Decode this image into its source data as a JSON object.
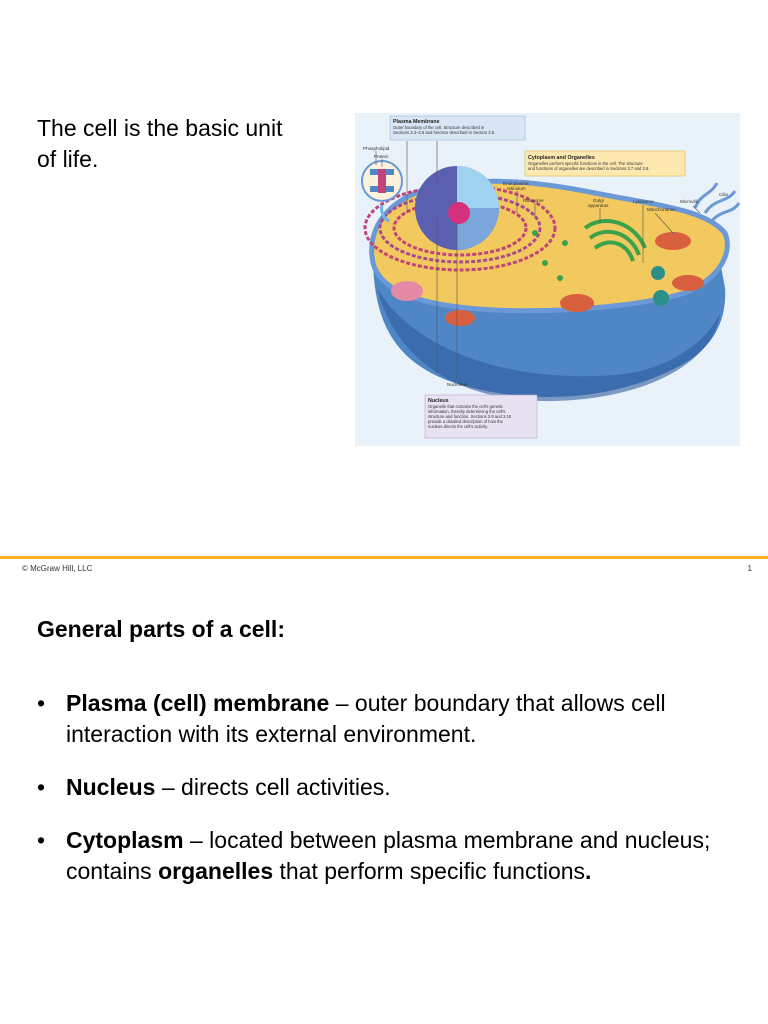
{
  "slide1": {
    "intro_text": "The cell is the basic unit of life.",
    "figure": {
      "callouts": {
        "plasma_membrane": {
          "title": "Plasma Membrane",
          "line1": "Outer boundary of the cell. Structure described in",
          "line2": "Sections 3.3–3.5 and function described in Section 3.6."
        },
        "cytoplasm": {
          "title": "Cytoplasm and Organelles",
          "line1": "Organelles perform specific functions in the cell. The structure",
          "line2": "and functions of organelles are described in Sections 3.7 and 3.8."
        },
        "nucleus": {
          "title": "Nucleus",
          "line1": "Organelle that contains the cell's genetic",
          "line2": "information, thereby determining the cell's",
          "line3": "structure and function. Sections 3.9 and 3.10",
          "line4": "provide a detailed description of how the",
          "line5": "nucleus directs the cell's activity."
        }
      },
      "labels": {
        "phospholipid": "Phospholipid",
        "protein": "Protein",
        "er_line1": "Endoplasmic",
        "er_line2": "reticulum",
        "ribosome": "Ribosome",
        "golgi_line1": "Golgi",
        "golgi_line2": "apparatus",
        "lysosome": "Lysosome",
        "mitochondrion": "Mitochondrion",
        "microvilli": "Microvilli",
        "cilia": "Cilia",
        "nucleolus": "Nucleolus"
      },
      "colors": {
        "cytoplasm": "#f2c95e",
        "membrane": "#4f86c6",
        "nucleus": "#5b5fb0",
        "golgi": "#3aa24a",
        "mitochondrion": "#d8603f",
        "callout_blue": "#d9e6f5",
        "callout_yellow": "#fde8b0",
        "callout_purple": "#e8e2f2"
      }
    }
  },
  "divider_color": "#f5b21a",
  "footer": {
    "copyright": "© McGraw Hill, LLC",
    "page_number": "1"
  },
  "slide2": {
    "heading": "General parts of a cell:",
    "items": [
      {
        "term": "Plasma (cell) membrane",
        "desc": " – outer boundary that allows cell interaction with its external environment."
      },
      {
        "term": "Nucleus",
        "desc": " – directs cell activities."
      },
      {
        "term": "Cytoplasm",
        "desc_a": " – located between plasma membrane and nucleus; contains ",
        "term2": "organelles",
        "desc_b": " that perform specific functions",
        "end": "."
      }
    ]
  }
}
